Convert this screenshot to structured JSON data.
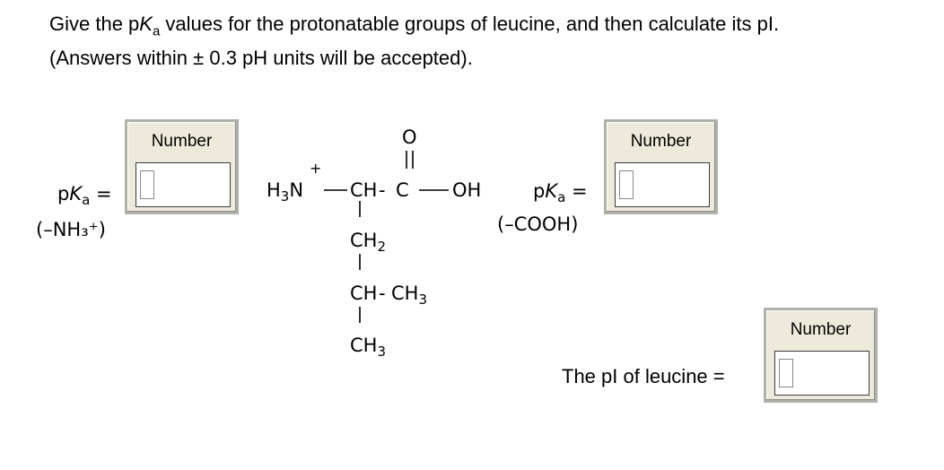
{
  "question": {
    "line1_pre": "Give the p",
    "line1_K": "K",
    "line1_sub": "a",
    "line1_post": " values for the protonatable groups of leucine, and then calculate its pI.",
    "line2": "(Answers within ± 0.3 pH units will be accepted)."
  },
  "inputs": [
    {
      "caption": "Number",
      "value": ""
    },
    {
      "caption": "Number",
      "value": ""
    },
    {
      "caption": "Number",
      "value": ""
    }
  ],
  "labels": {
    "pka_p": "p",
    "pka_K": "K",
    "pka_a": "a",
    "pka_eq": " =",
    "amino_group": "(–NH₃⁺)",
    "carboxyl_group": "(–COOH)",
    "pi_label": "The pI of leucine ="
  },
  "molecule": {
    "h3n": "H",
    "h3n_sub": "3",
    "n": "N",
    "plus": "+",
    "ch": "CH",
    "dash": "-",
    "c": "C",
    "o": "O",
    "oh": "OH",
    "ch2": "CH",
    "ch2_sub": "2",
    "ch_b": "CH",
    "ch3_a": "CH",
    "ch3_a_sub": "3",
    "ch3_b": "CH",
    "ch3_b_sub": "3"
  }
}
